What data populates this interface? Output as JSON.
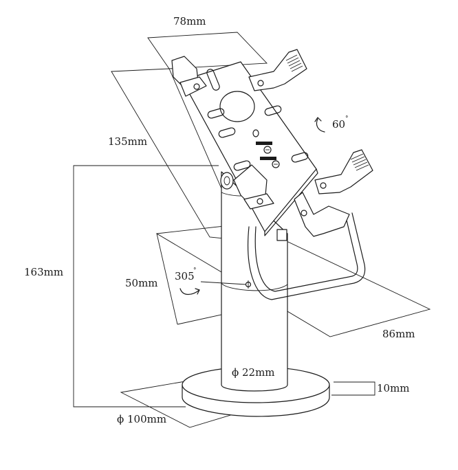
{
  "dimensions": {
    "top_width": "78mm",
    "plate_height": "135mm",
    "rotation_tilt": "60",
    "rotation_swivel": "305",
    "degree_mark": "°",
    "arm_depth": "50mm",
    "arm_width": "86mm",
    "total_height": "163mm",
    "pole_diameter": "ϕ 22mm",
    "base_thickness": "10mm",
    "base_diameter": "ϕ 100mm"
  }
}
